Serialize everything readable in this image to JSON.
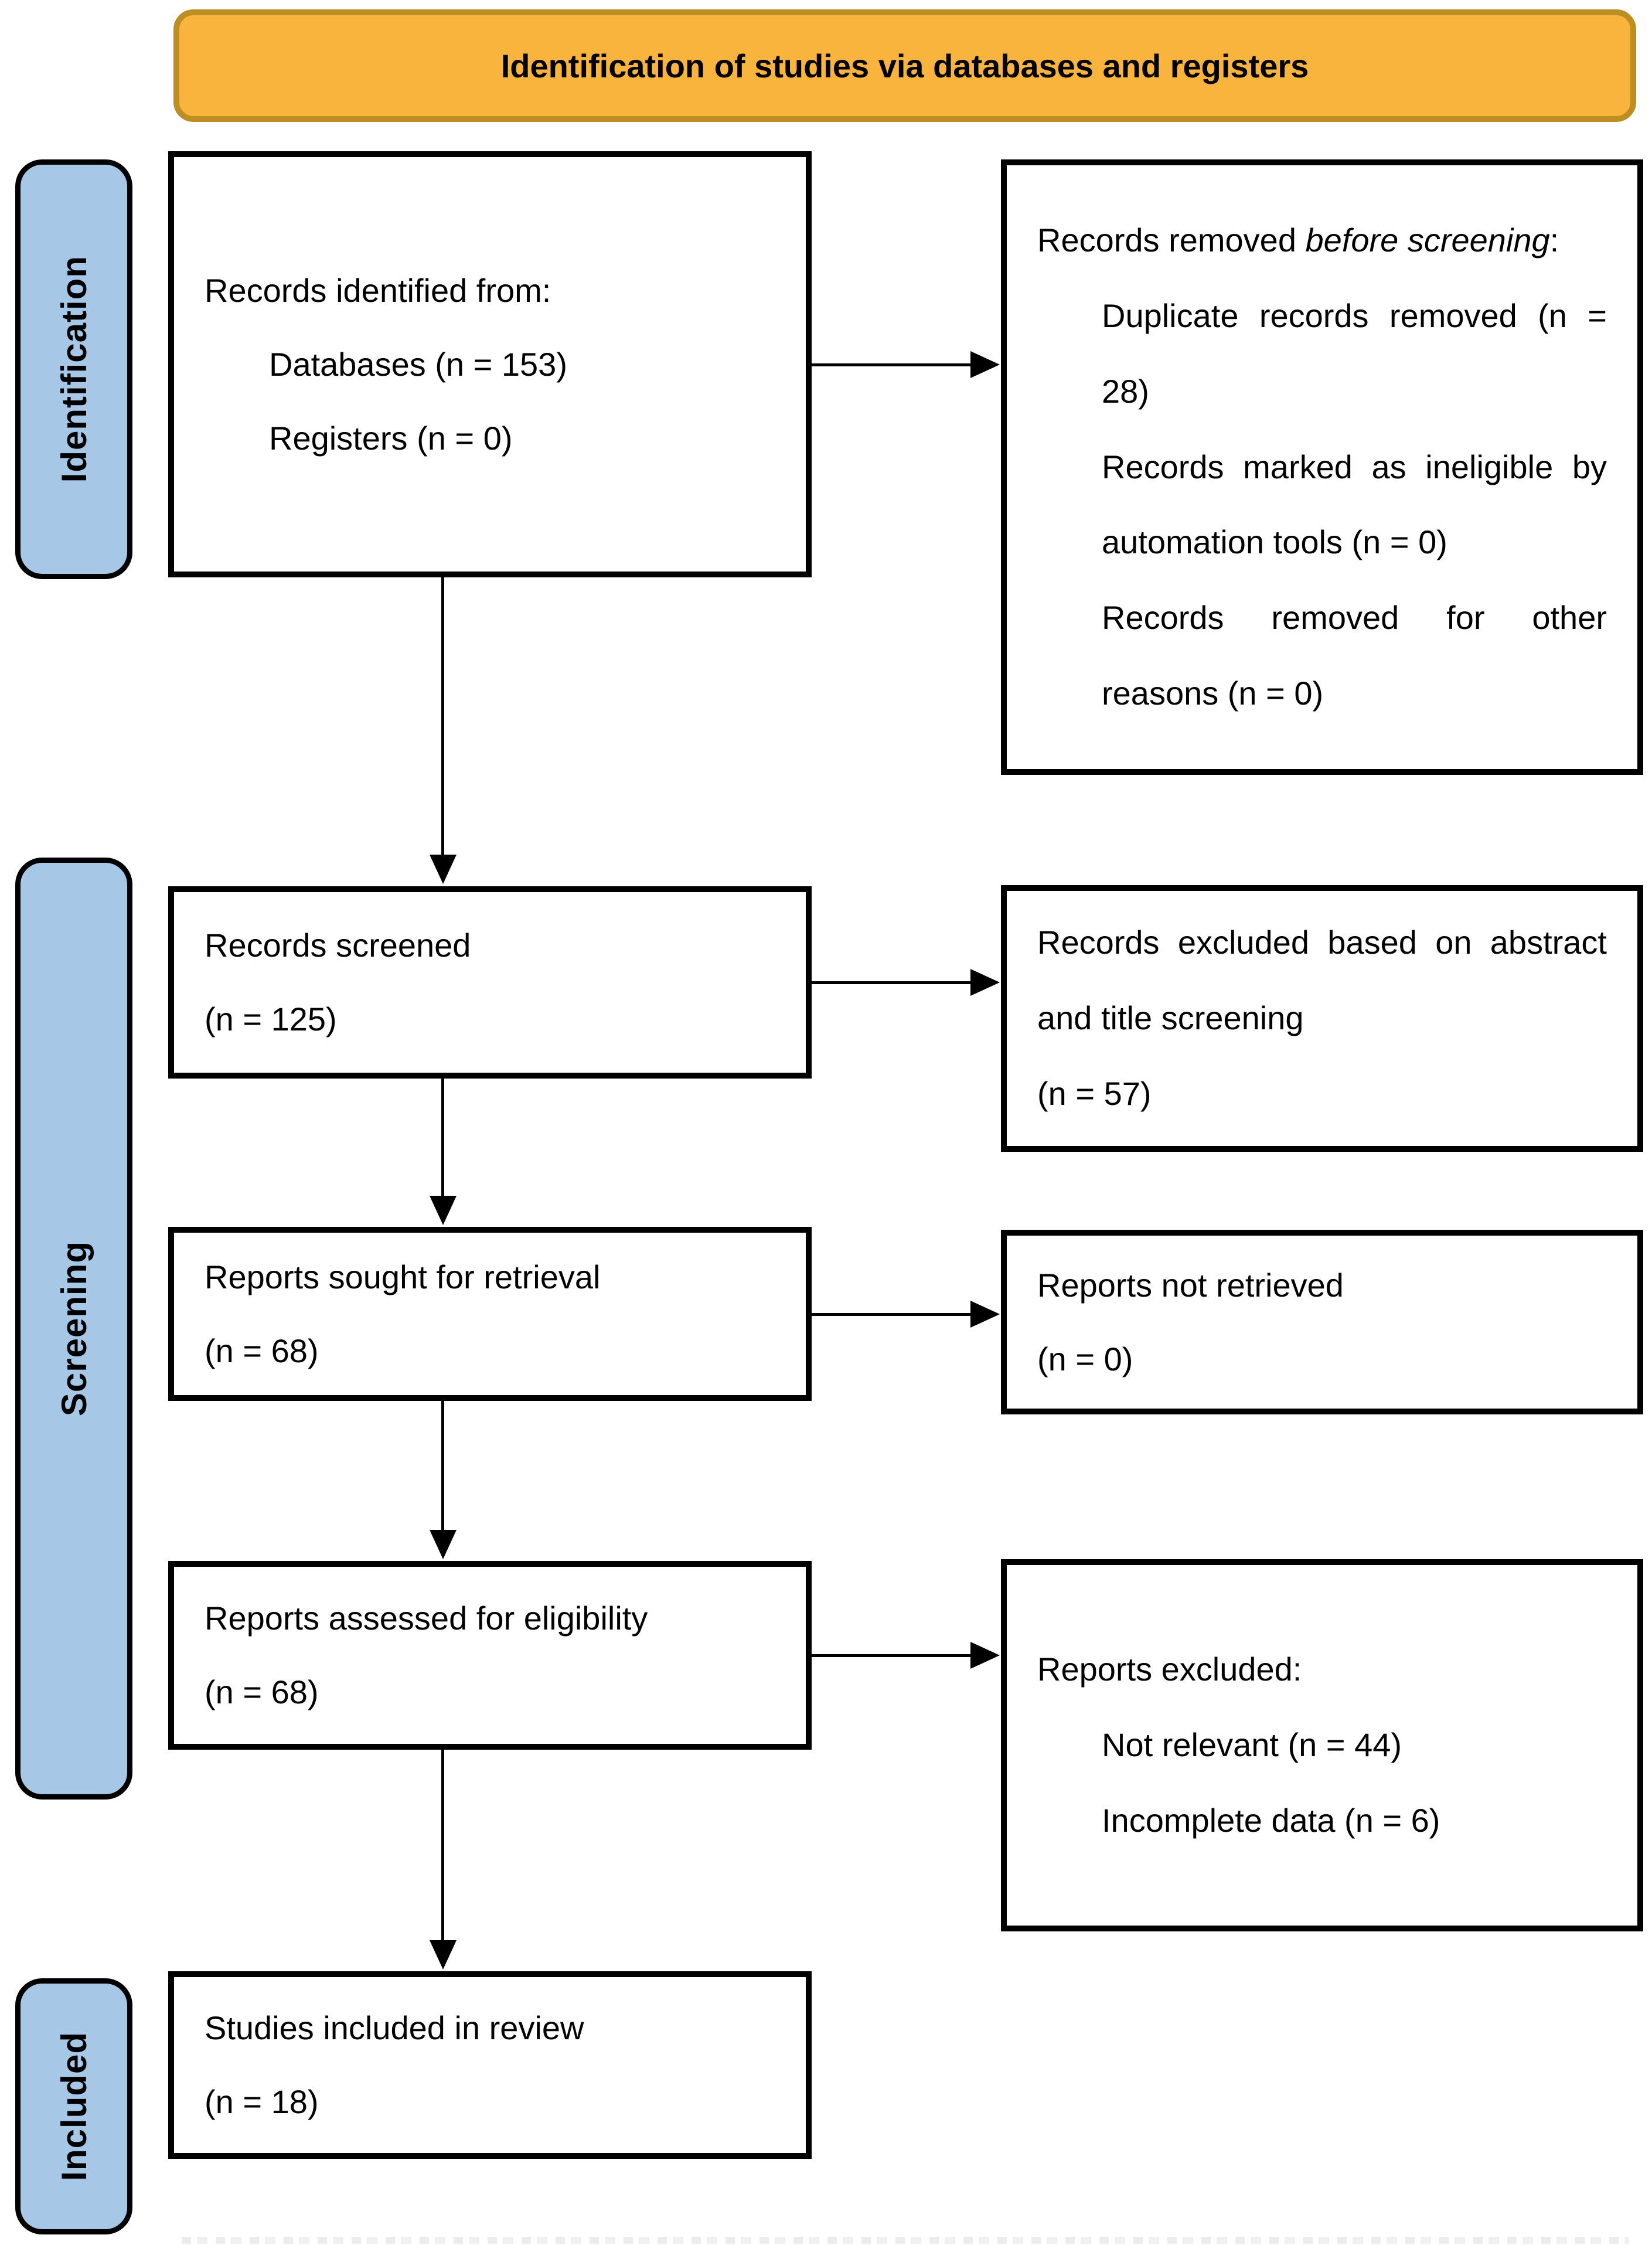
{
  "title_banner": {
    "text": "Identification of studies via databases and registers",
    "fill": "#F8B43C",
    "border": "#BD8E22"
  },
  "colors": {
    "stage_label_fill": "#A7C7E7",
    "box_border": "#000000",
    "text": "#000000",
    "background": "#FFFFFF"
  },
  "stage_labels": {
    "identification": "Identification",
    "screening": "Screening",
    "included": "Included"
  },
  "flow_boxes": {
    "records_identified": {
      "title": "Records identified from:",
      "items": [
        "Databases (n = 153)",
        "Registers (n = 0)"
      ]
    },
    "records_removed": {
      "title_prefix": "Records removed ",
      "title_italic": "before screening",
      "title_suffix": ":",
      "items": [
        "Duplicate records removed (n = 28)",
        "Records marked as ineligible by automation tools (n = 0)",
        "Records removed for other reasons (n = 0)"
      ]
    },
    "records_screened": {
      "line1": "Records screened",
      "line2": "(n = 125)"
    },
    "records_excluded": {
      "text": "Records excluded based on abstract and title screening",
      "count": "(n = 57)"
    },
    "reports_sought": {
      "line1": "Reports sought for retrieval",
      "line2": "(n = 68)"
    },
    "reports_not_retrieved": {
      "line1": "Reports not retrieved",
      "line2": "(n = 0)"
    },
    "reports_assessed": {
      "line1": "Reports assessed for eligibility",
      "line2": "(n = 68)"
    },
    "reports_excluded": {
      "title": "Reports excluded:",
      "items": [
        "Not relevant (n = 44)",
        "Incomplete data (n = 6)"
      ]
    },
    "studies_included": {
      "line1": "Studies included in review",
      "line2": "(n = 18)"
    }
  }
}
